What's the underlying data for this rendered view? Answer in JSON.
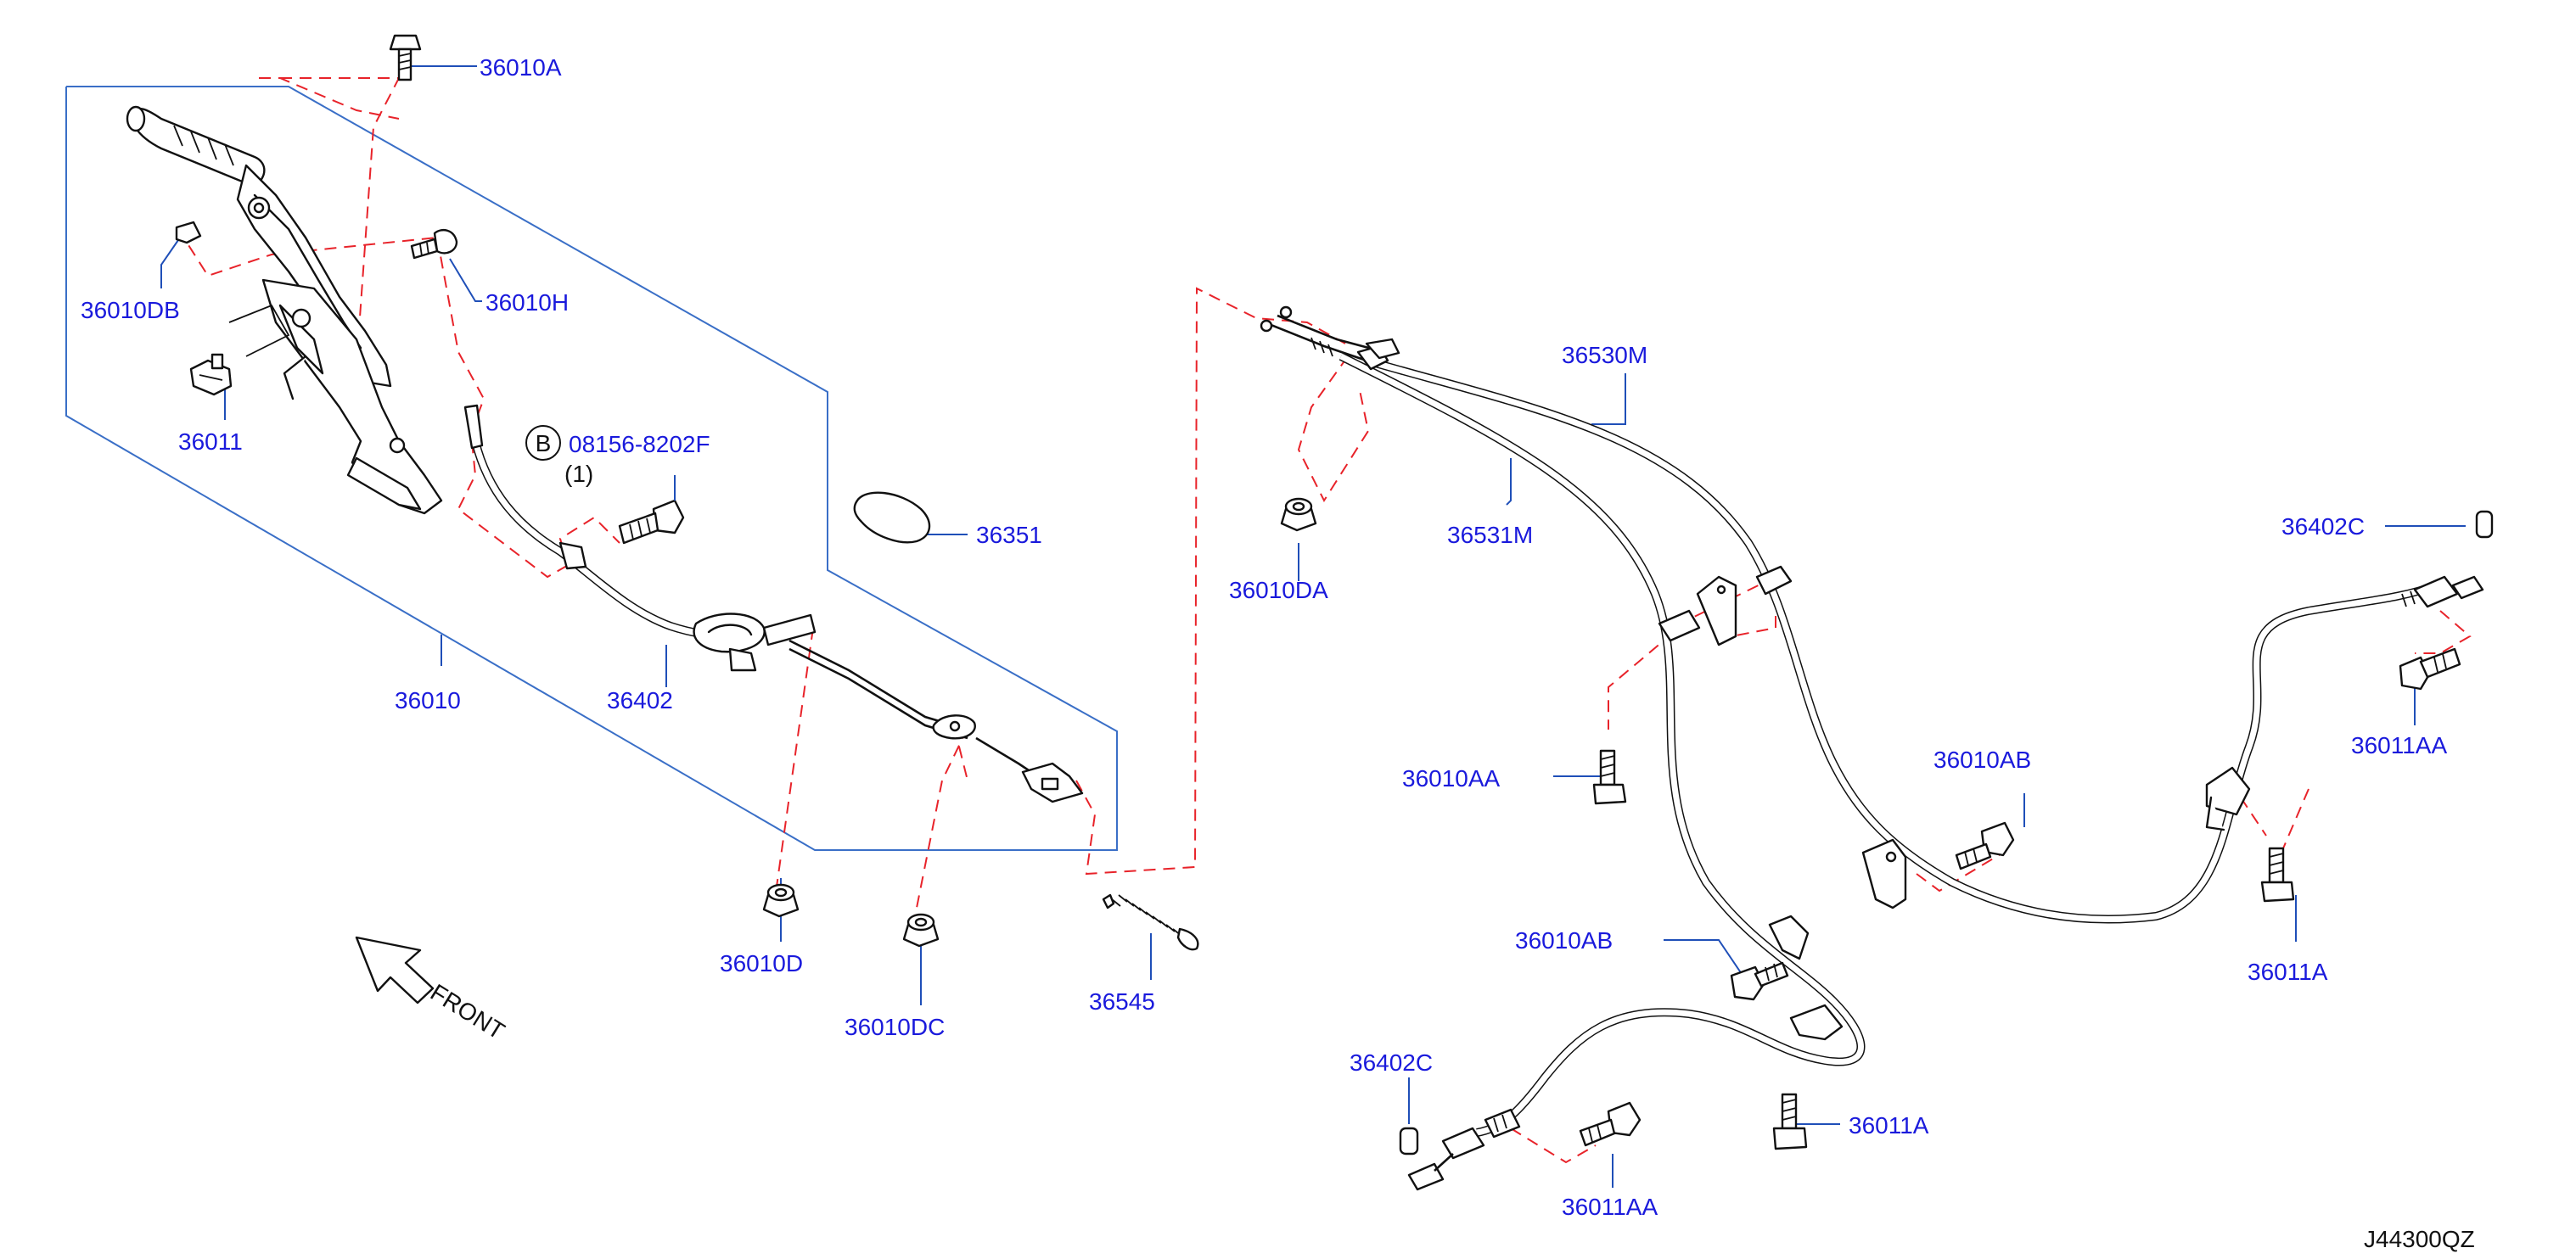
{
  "diagram": {
    "code": "J44300QZ",
    "front_label": "FRONT",
    "bolt_spec": {
      "circle_letter": "B",
      "part_number": "08156-8202F",
      "quantity": "(1)"
    },
    "callouts": [
      {
        "id": "c-36010A",
        "text": "36010A"
      },
      {
        "id": "c-36010H",
        "text": "36010H"
      },
      {
        "id": "c-36010DB",
        "text": "36010DB"
      },
      {
        "id": "c-36011",
        "text": "36011"
      },
      {
        "id": "c-36351",
        "text": "36351"
      },
      {
        "id": "c-36010",
        "text": "36010"
      },
      {
        "id": "c-36402",
        "text": "36402"
      },
      {
        "id": "c-36010D",
        "text": "36010D"
      },
      {
        "id": "c-36010DC",
        "text": "36010DC"
      },
      {
        "id": "c-36545",
        "text": "36545"
      },
      {
        "id": "c-36530M",
        "text": "36530M"
      },
      {
        "id": "c-36531M",
        "text": "36531M"
      },
      {
        "id": "c-36010DA",
        "text": "36010DA"
      },
      {
        "id": "c-36402C-r",
        "text": "36402C"
      },
      {
        "id": "c-36011AA-r",
        "text": "36011AA"
      },
      {
        "id": "c-36010AA",
        "text": "36010AA"
      },
      {
        "id": "c-36010AB-r",
        "text": "36010AB"
      },
      {
        "id": "c-36011A-r",
        "text": "36011A"
      },
      {
        "id": "c-36010AB-l",
        "text": "36010AB"
      },
      {
        "id": "c-36402C-l",
        "text": "36402C"
      },
      {
        "id": "c-36011AA-l",
        "text": "36011AA"
      },
      {
        "id": "c-36011A-l",
        "text": "36011A"
      }
    ]
  }
}
